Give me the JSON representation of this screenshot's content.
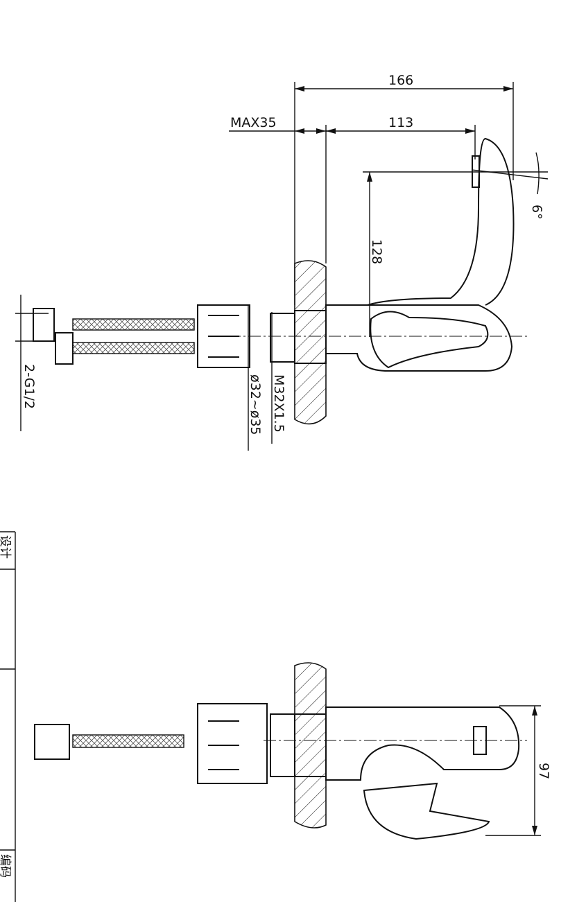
{
  "dimensions": {
    "overall_length": "166",
    "spout_reach": "113",
    "max_wall": "MAX35",
    "height": "128",
    "angle": "6°",
    "thread": "M32X1.5",
    "hole_diameter": "ø32~ø35",
    "hose_connection": "2-G1/2",
    "width": "97"
  },
  "title_block": {
    "design_label": "设计",
    "code_label": "编码"
  }
}
